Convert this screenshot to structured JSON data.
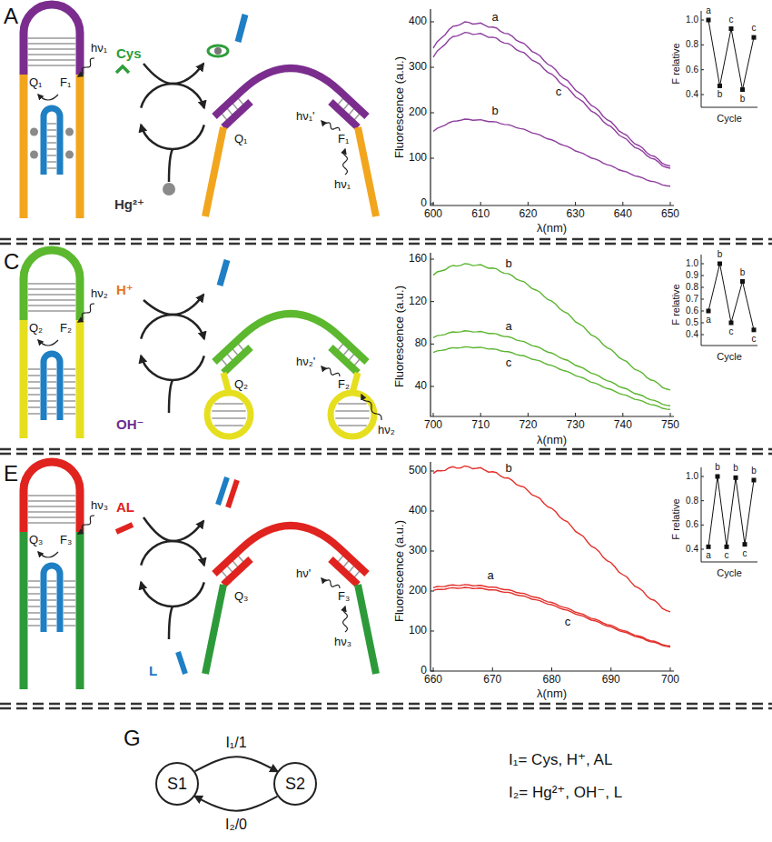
{
  "diagram": {
    "nodes": [
      {
        "text": [
          "S1"
        ]
      },
      {
        "text": [
          "S2"
        ]
      }
    ],
    "edges": [
      {
        "from": 0,
        "to": 1,
        "label": "I₁/1",
        "arrow": "to"
      },
      {
        "from": 1,
        "to": 0,
        "label": "I₂/0",
        "arrow": "to"
      }
    ],
    "labels": [
      "A",
      "Q₁",
      "F₁",
      "hν₁",
      "Cys",
      "Hg²⁺",
      "Q₁",
      "hν₁'",
      "F₁",
      "hν₁",
      "Fluorescence (a.u.)",
      "0",
      "100",
      "200",
      "300",
      "400",
      "600",
      "610",
      "620",
      "630",
      "640",
      "650",
      "λ(nm)",
      "a",
      "c",
      "b",
      "F relative",
      "1.0",
      "0.8",
      "0.6",
      "0.4",
      "Cycle",
      "a",
      "b",
      "c",
      "b",
      "c",
      "C",
      "Q₂",
      "F₂",
      "hν₂",
      "H⁺",
      "OH⁻",
      "Q₂",
      "hν₂'",
      "F₂",
      "hν₂",
      "Fluorescence (a.u.)",
      "40",
      "80",
      "120",
      "160",
      "700",
      "710",
      "720",
      "730",
      "740",
      "750",
      "λ(nm)",
      "b",
      "a",
      "c",
      "F relative",
      "1.0",
      "0.9",
      "0.8",
      "0.7",
      "0.6",
      "0.5",
      "0.4",
      "Cycle",
      "a",
      "b",
      "c",
      "b",
      "c",
      "E",
      "Q₃",
      "F₃",
      "hν₃",
      "AL",
      "L",
      "Q₃",
      "hν'",
      "F₃",
      "hν₃",
      "Fluorescence (a.u.)",
      "0",
      "100",
      "200",
      "300",
      "400",
      "500",
      "660",
      "670",
      "680",
      "690",
      "700",
      "λ(nm)",
      "b",
      "a",
      "c",
      "F relative",
      "1.0",
      "0.8",
      "0.6",
      "0.4",
      "Cycle",
      "a",
      "b",
      "c",
      "b",
      "c",
      "b",
      "G",
      "I₁= Cys, H⁺, AL",
      "I₂= Hg²⁺, OH⁻, L"
    ]
  }
}
